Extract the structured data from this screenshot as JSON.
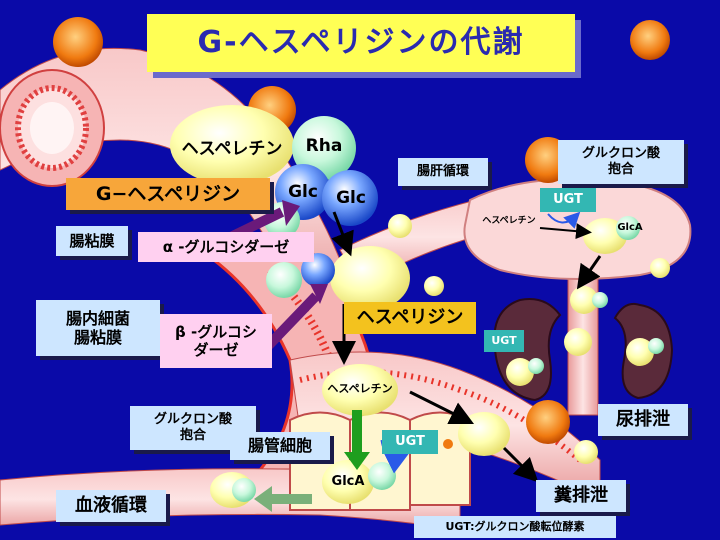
{
  "title": "G-ヘスペリジンの代謝",
  "labels": {
    "hesperetin_top": "ヘスペレチン",
    "rha": "Rha",
    "glc1": "Glc",
    "glc2": "Glc",
    "g_hesperidin": "G−ヘスペリジン",
    "intestinal_mucosa": "腸粘膜",
    "alpha_glucosidase": "α -グルコシダーゼ",
    "gut_bacteria_line1": "腸内細菌",
    "gut_bacteria_line2": "腸粘膜",
    "beta_glucosidase_line1": "β -グルコシ",
    "beta_glucosidase_line2": "ダーゼ",
    "hesperidin": "ヘスペリジン",
    "enterohepatic": "腸肝循環",
    "glucuronide_liver_line1": "グルクロン酸",
    "glucuronide_liver_line2": "抱合",
    "ugt_liver": "UGT",
    "hesperetin_liver": "ヘスペレチン",
    "glca_liver": "GlcA",
    "ugt_kidney": "UGT",
    "hesperetin_mid": "ヘスペレチン",
    "glucuronide_gut_line1": "グルクロン酸",
    "glucuronide_gut_line2": "抱合",
    "enterocyte": "腸管細胞",
    "ugt_gut": "UGT",
    "urinary": "尿排泄",
    "glca_gut": "GlcA",
    "blood": "血液循環",
    "fecal": "糞排泄",
    "ugt_note": "UGT:グルクロン酸転位酵素"
  },
  "colors": {
    "background": "#0a0aa8",
    "title_bg": "#ffff55",
    "title_text": "#2a2ab0",
    "tissue": "#f4a9a9",
    "tissue_dark": "#e8342a",
    "ball_yellow": "#ffffa6",
    "ball_green": "#b6f5d2",
    "ball_blue": "#3a78e8",
    "label_light_blue": "#cde6ff",
    "label_pink": "#ffd0f0",
    "label_teal": "#33b7b3",
    "label_orange": "#f7a63a",
    "label_gold": "#f3c21e",
    "arrow_purple": "#6a1a7a",
    "arrow_green": "#1e9e1e",
    "kidney": "#5a2a3a"
  }
}
